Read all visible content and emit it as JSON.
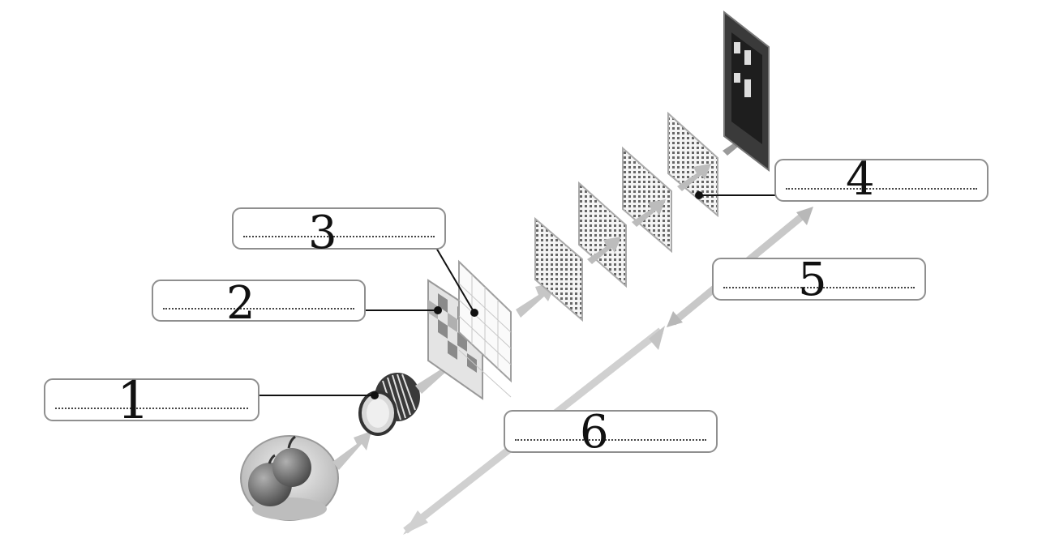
{
  "labels": [
    {
      "id": "1",
      "text": "1"
    },
    {
      "id": "2",
      "text": "2"
    },
    {
      "id": "3",
      "text": "3"
    },
    {
      "id": "4",
      "text": "4"
    },
    {
      "id": "5",
      "text": "5"
    },
    {
      "id": "6",
      "text": "6"
    }
  ],
  "colors": {
    "box_border": "#8f8f8f",
    "arrow": "#c8c8c8",
    "panel_dark": "#555555",
    "apple": "#6e6e6e",
    "card": "#2a2a2a"
  },
  "icons": [
    "fruit-bowl-icon",
    "lens-icon",
    "filter-grid-icon",
    "sensor-grid-icon",
    "processor-grid-icon",
    "memory-card-icon"
  ]
}
